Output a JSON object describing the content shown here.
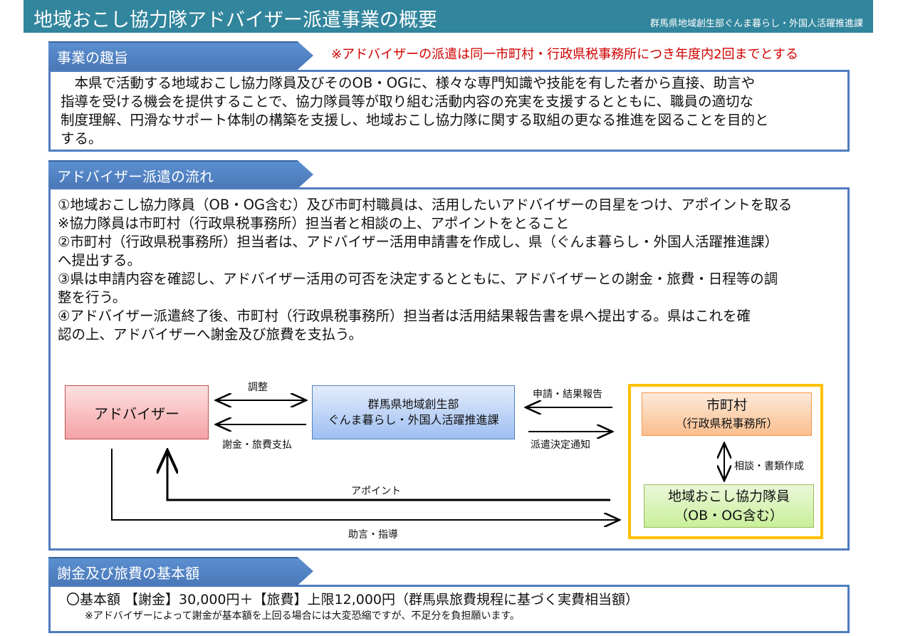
{
  "header": {
    "title": "地域おこし協力隊アドバイザー派遣事業の概要",
    "department": "群馬県地域創生部ぐんま暮らし・外国人活躍推進課"
  },
  "section1": {
    "title": "事業の趣旨",
    "notice": "※アドバイザーの派遣は同一市町村・行政県税事務所につき年度内2回までとする",
    "lines": [
      "　本県で活動する地域おこし協力隊員及びそのOB・OGに、様々な専門知識や技能を有した者から直接、助言や",
      "指導を受ける機会を提供することで、協力隊員等が取り組む活動内容の充実を支援するとともに、職員の適切な",
      "制度理解、円滑なサポート体制の構築を支援し、地域おこし協力隊に関する取組の更なる推進を図ることを目的と",
      "する。"
    ]
  },
  "section2": {
    "title": "アドバイザー派遣の流れ",
    "lines": [
      "①地域おこし協力隊員（OB・OG含む）及び市町村職員は、活用したいアドバイザーの目星をつけ、アポイントを取る",
      "※協力隊員は市町村（行政県税事務所）担当者と相談の上、アポイントをとること",
      "②市町村（行政県税事務所）担当者は、アドバイザー活用申請書を作成し、県（ぐんま暮らし・外国人活躍推進課）",
      "へ提出する。",
      "③県は申請内容を確認し、アドバイザー活用の可否を決定するとともに、アドバイザーとの謝金・旅費・日程等の調",
      "整を行う。",
      "④アドバイザー派遣終了後、市町村（行政県税事務所）担当者は活用結果報告書を県へ提出する。県はこれを確",
      "認の上、アドバイザーへ謝金及び旅費を支払う。"
    ],
    "diagram": {
      "advisor": "アドバイザー",
      "pref_line1": "群馬県地域創生部",
      "pref_line2": "ぐんま暮らし・外国人活躍推進課",
      "city_line1": "市町村",
      "city_line2": "（行政県税事務所）",
      "corps_line1": "地域おこし協力隊員",
      "corps_line2": "（OB・OG含む）",
      "adjust": "調整",
      "payment": "謝金・旅費支払",
      "application": "申請・結果報告",
      "decision": "派遣決定通知",
      "consult": "相談・書類作成",
      "appoint": "アポイント",
      "advice": "助言・指導"
    }
  },
  "section3": {
    "title": "謝金及び旅費の基本額",
    "main": "〇基本額 【謝金】30,000円＋【旅費】上限12,000円（群馬県旅費規程に基づく実費相当額）",
    "note": "※アドバイザーによって謝金が基本額を上回る場合には大変恐縮ですが、不足分を負担願います。"
  }
}
